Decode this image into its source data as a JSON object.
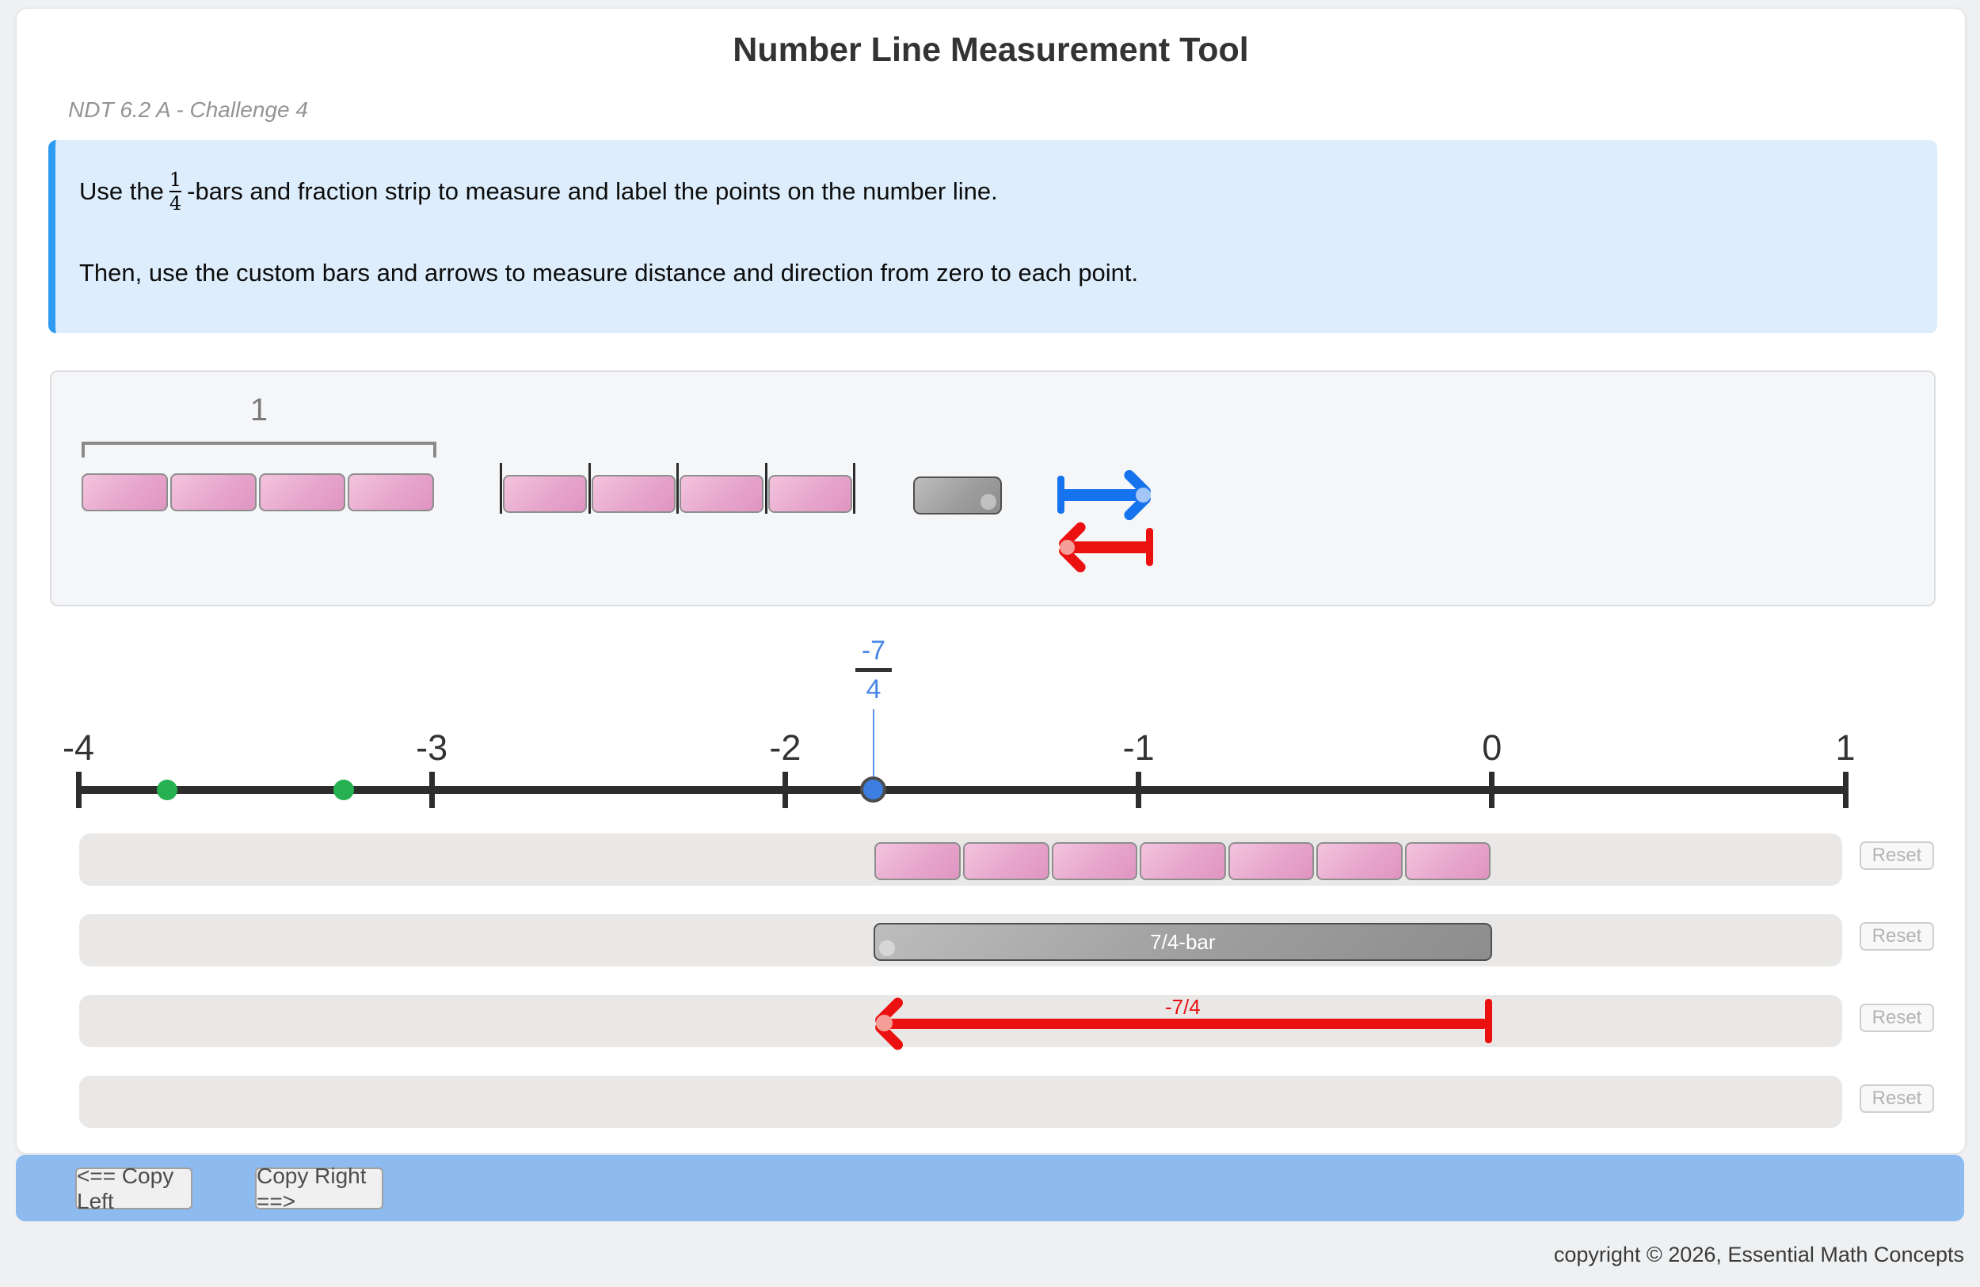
{
  "header": {
    "title": "Number Line Measurement Tool",
    "subtitle": "NDT 6.2 A - Challenge 4"
  },
  "instructions": {
    "line1_before": "Use the",
    "fraction": {
      "numerator": "1",
      "denominator": "4"
    },
    "line1_after": "-bars and fraction strip to measure and label the points on the number line.",
    "line2": "Then, use the custom bars and arrows to measure distance and direction from zero to each point."
  },
  "palette": {
    "unit_label": "1",
    "items": [
      "quarter-bars-with-unit-bracket",
      "fraction-strip",
      "custom-bar",
      "blue-right-arrow",
      "red-left-arrow"
    ]
  },
  "numberline": {
    "min": -4,
    "max": 1,
    "tick_values": [
      -4,
      -3,
      -2,
      -1,
      0,
      1
    ],
    "tick_labels": [
      "-4",
      "-3",
      "-2",
      "-1",
      "0",
      "1"
    ],
    "points": {
      "green": [
        -3.75,
        -3.25
      ],
      "blue": {
        "value": -1.75,
        "label_numerator": "-7",
        "label_denominator": "4"
      }
    }
  },
  "tracks": [
    {
      "name": "quarter-bars-track",
      "bars": {
        "start": -1.75,
        "count": 7,
        "width": 0.25
      },
      "reset_label": "Reset"
    },
    {
      "name": "custom-bar-track",
      "bar": {
        "start": -1.75,
        "end": 0,
        "label": "7/4-bar"
      },
      "reset_label": "Reset"
    },
    {
      "name": "arrow-track",
      "arrow": {
        "from": 0,
        "to": -1.75,
        "direction": "left",
        "label": "-7/4"
      },
      "reset_label": "Reset"
    },
    {
      "name": "empty-track",
      "reset_label": "Reset"
    }
  ],
  "bottom_bar": {
    "copy_left_label": "<== Copy Left",
    "copy_right_label": "Copy Right ==>"
  },
  "footer": {
    "copyright": "copyright © 2026, Essential Math Concepts"
  },
  "colors": {
    "accent_blue": "#2f9bf2",
    "instruction_bg": "#ddedfc",
    "pink_bar": "#e7a6cc",
    "gray_bar": "#9e9e9e",
    "arrow_blue": "#1673ee",
    "arrow_red": "#ec1111",
    "point_green": "#25b151",
    "point_blue": "#3c7ee1",
    "bottom_bar_blue": "#8dbaef"
  }
}
